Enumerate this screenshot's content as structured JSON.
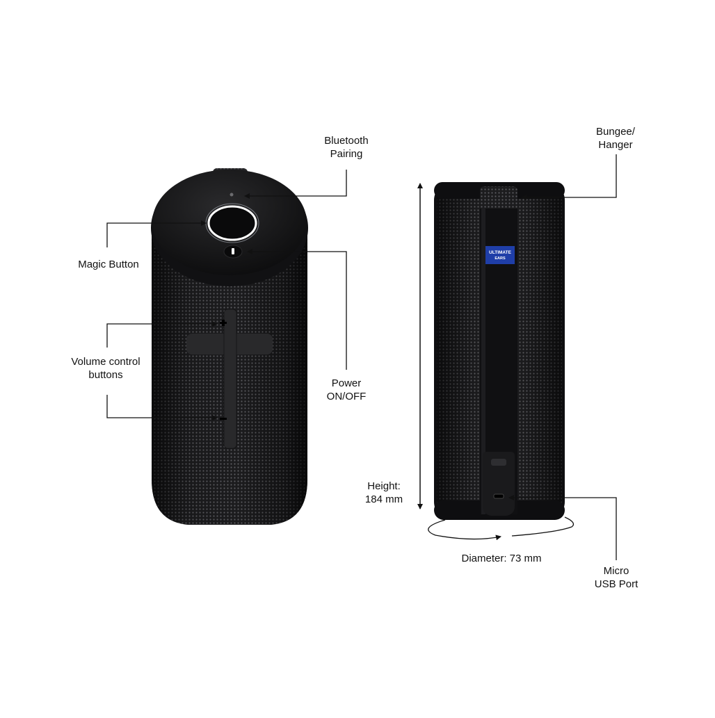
{
  "colors": {
    "background": "#ffffff",
    "speaker_body": "#1c1c1e",
    "fabric_dot": "#5a5a5e",
    "ring_accent": "#ffffff",
    "badge_blue": "#1f3ea8",
    "strap": "#101012",
    "leader_line": "#111111"
  },
  "icons": {
    "front_view": "speaker-front-view",
    "back_view": "speaker-back-view",
    "magic_button": "ring-button-icon",
    "power": "power-icon",
    "bluetooth": "bluetooth-dot-icon",
    "usb": "micro-usb-icon"
  },
  "labels": {
    "bluetooth": {
      "line1": "Bluetooth",
      "line2": "Pairing"
    },
    "magic": {
      "line1": "Magic Button"
    },
    "volume": {
      "line1": "Volume control",
      "line2": "buttons"
    },
    "power": {
      "line1": "Power",
      "line2": "ON/OFF"
    },
    "bungee": {
      "line1": "Bungee/",
      "line2": "Hanger"
    },
    "height": {
      "line1": "Height:",
      "line2": "184 mm"
    },
    "diameter": {
      "line1": "Diameter: 73 mm"
    },
    "usb": {
      "line1": "Micro",
      "line2": "USB Port"
    }
  },
  "badge": {
    "line1": "ULTIMATE",
    "line2": "EARS"
  }
}
